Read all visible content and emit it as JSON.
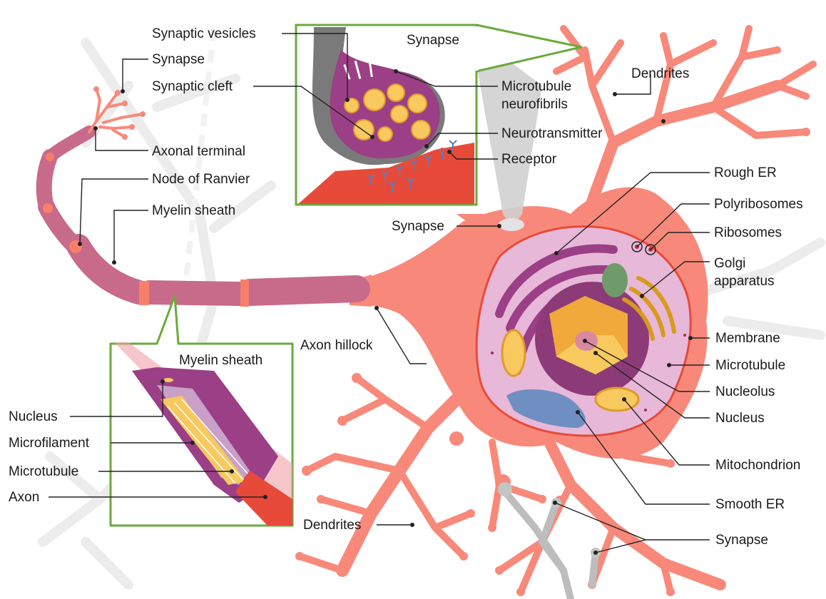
{
  "labels": {
    "synaptic_vesicles": "Synaptic vesicles",
    "synapse_top_left": "Synapse",
    "synaptic_cleft": "Synaptic cleft",
    "axonal_terminal": "Axonal terminal",
    "node_of_ranvier": "Node of Ranvier",
    "myelin_sheath": "Myelin sheath",
    "synapse_inset_title": "Synapse",
    "microtubule_neurofibrils": "Microtubule neurofibrils",
    "neurotransmitter": "Neurotransmitter",
    "receptor": "Receptor",
    "dendrites_top": "Dendrites",
    "rough_er": "Rough ER",
    "polyribosomes": "Polyribosomes",
    "ribosomes": "Ribosomes",
    "golgi_apparatus": "Golgi apparatus",
    "synapse_mid": "Synapse",
    "axon_hillock": "Axon hillock",
    "membrane": "Membrane",
    "microtubule_right": "Microtubule",
    "nucleolus": "Nucleolus",
    "nucleus_right": "Nucleus",
    "mitochondrion": "Mitochondrion",
    "smooth_er": "Smooth ER",
    "synapse_bottom": "Synapse",
    "dendrites_bottom": "Dendrites",
    "myelin_inset_title": "Myelin sheath",
    "nucleus_left": "Nucleus",
    "microfilament": "Microfilament",
    "microtubule_left": "Microtubule",
    "axon": "Axon"
  },
  "colors": {
    "neuron_body": "#f8897a",
    "myelin": "#c86a8a",
    "node": "#f77f6a",
    "cell_interior": "#e7b8d8",
    "nucleus": "#8d3a78",
    "inset_border": "#6aaa3a",
    "vesicle": "#f7c95e",
    "receptor": "#5a7db8",
    "synapse_grey": "#b0b0b0",
    "leader": "#222222"
  }
}
